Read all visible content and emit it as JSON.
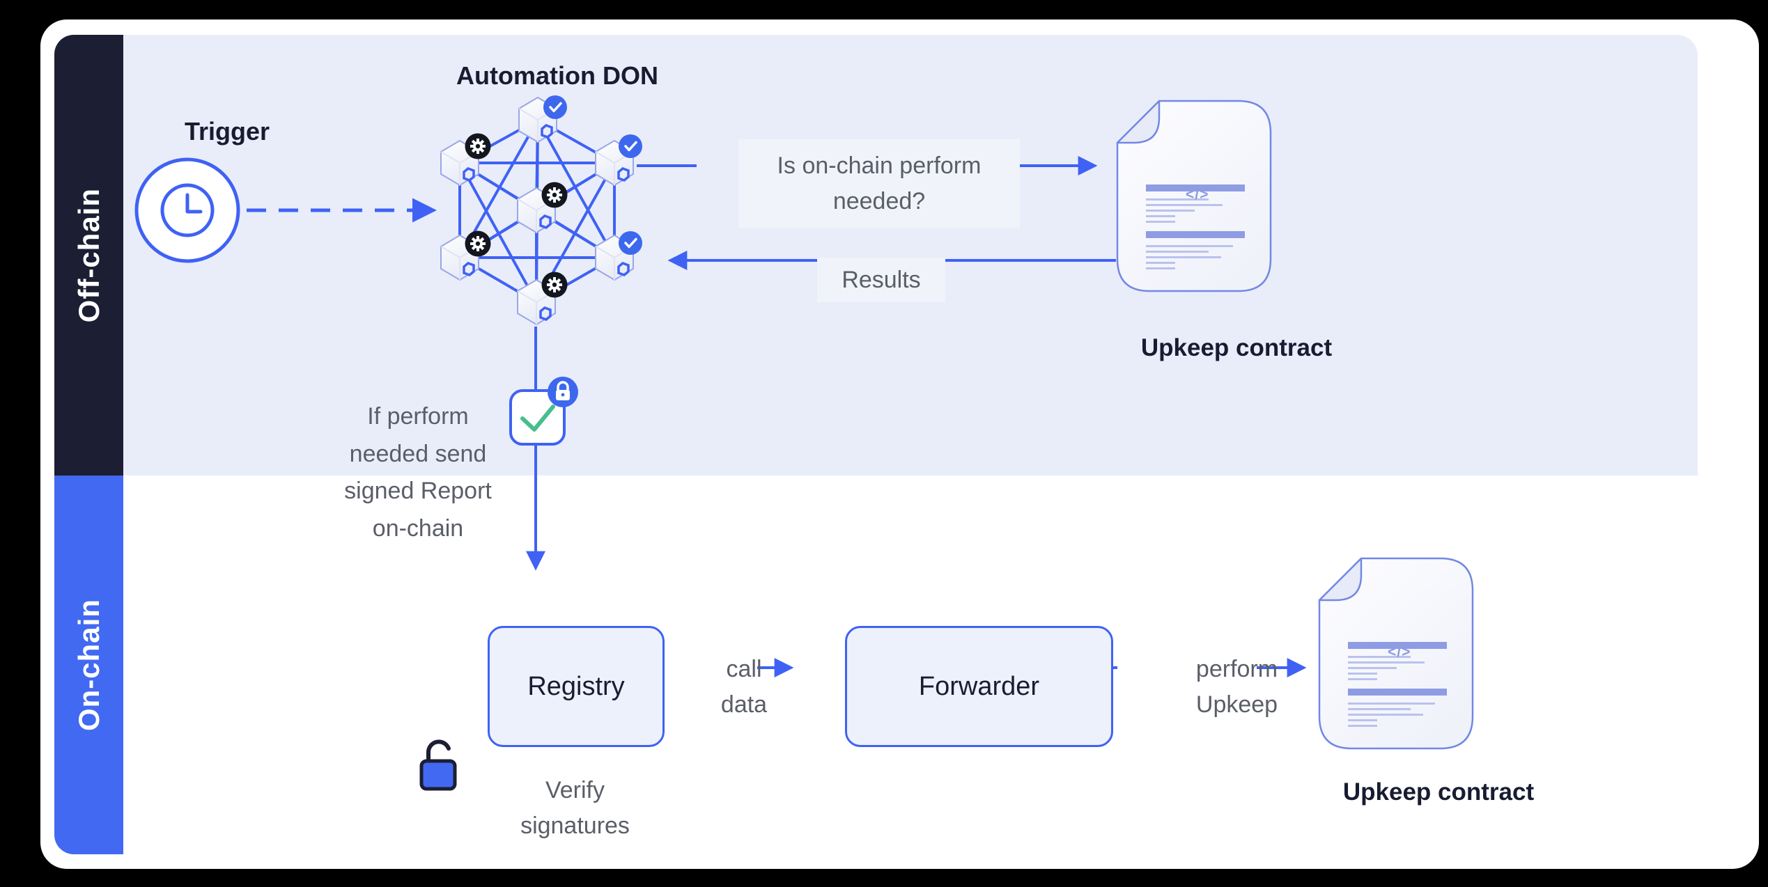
{
  "diagram": {
    "lanes": {
      "off_chain": "Off-chain",
      "on_chain": "On-chain"
    },
    "trigger": {
      "label": "Trigger"
    },
    "don": {
      "title": "Automation DON"
    },
    "question": "Is on-chain perform\nneeded?",
    "results": "Results",
    "upkeep_top": {
      "label": "Upkeep contract",
      "code_glyph": "</>"
    },
    "report_note": "If perform\nneeded send\nsigned Report\non-chain",
    "registry": {
      "label": "Registry"
    },
    "call_data": "call\ndata",
    "forwarder": {
      "label": "Forwarder"
    },
    "perform_upkeep": "perform\nUpkeep",
    "upkeep_bottom": {
      "label": "Upkeep contract",
      "code_glyph": "</>"
    },
    "verify": "Verify\nsignatures",
    "colors": {
      "accent_blue": "#3F62F4",
      "onchain_bar": "#4169F1",
      "offchain_bar": "#1C1E33",
      "offchain_band": "#E9EDFA",
      "badge_blue": "#3D68EE",
      "gear_badge": "#14161F",
      "check_green": "#47BE8D",
      "gray_text": "#5A5E68",
      "dark_text": "#181C31"
    }
  }
}
